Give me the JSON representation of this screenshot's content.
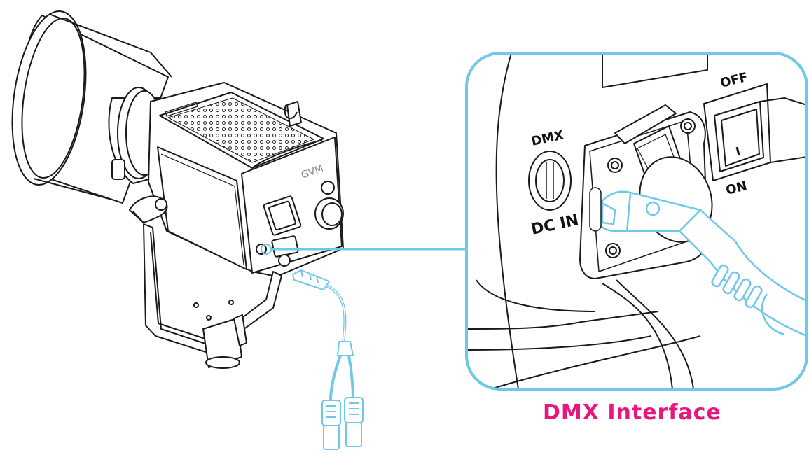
{
  "light_labels": {
    "brand": "GVM"
  },
  "inset": {
    "dmx_label": "DMX",
    "dc_in_label": "DC IN",
    "off_label": "OFF",
    "on_label": "ON",
    "switch_mark": "I"
  },
  "caption": {
    "text": "DMX Interface"
  },
  "colors": {
    "accent_cyan": "#6fc8e8",
    "caption_magenta": "#e6177d",
    "line": "#1a1a1a"
  }
}
